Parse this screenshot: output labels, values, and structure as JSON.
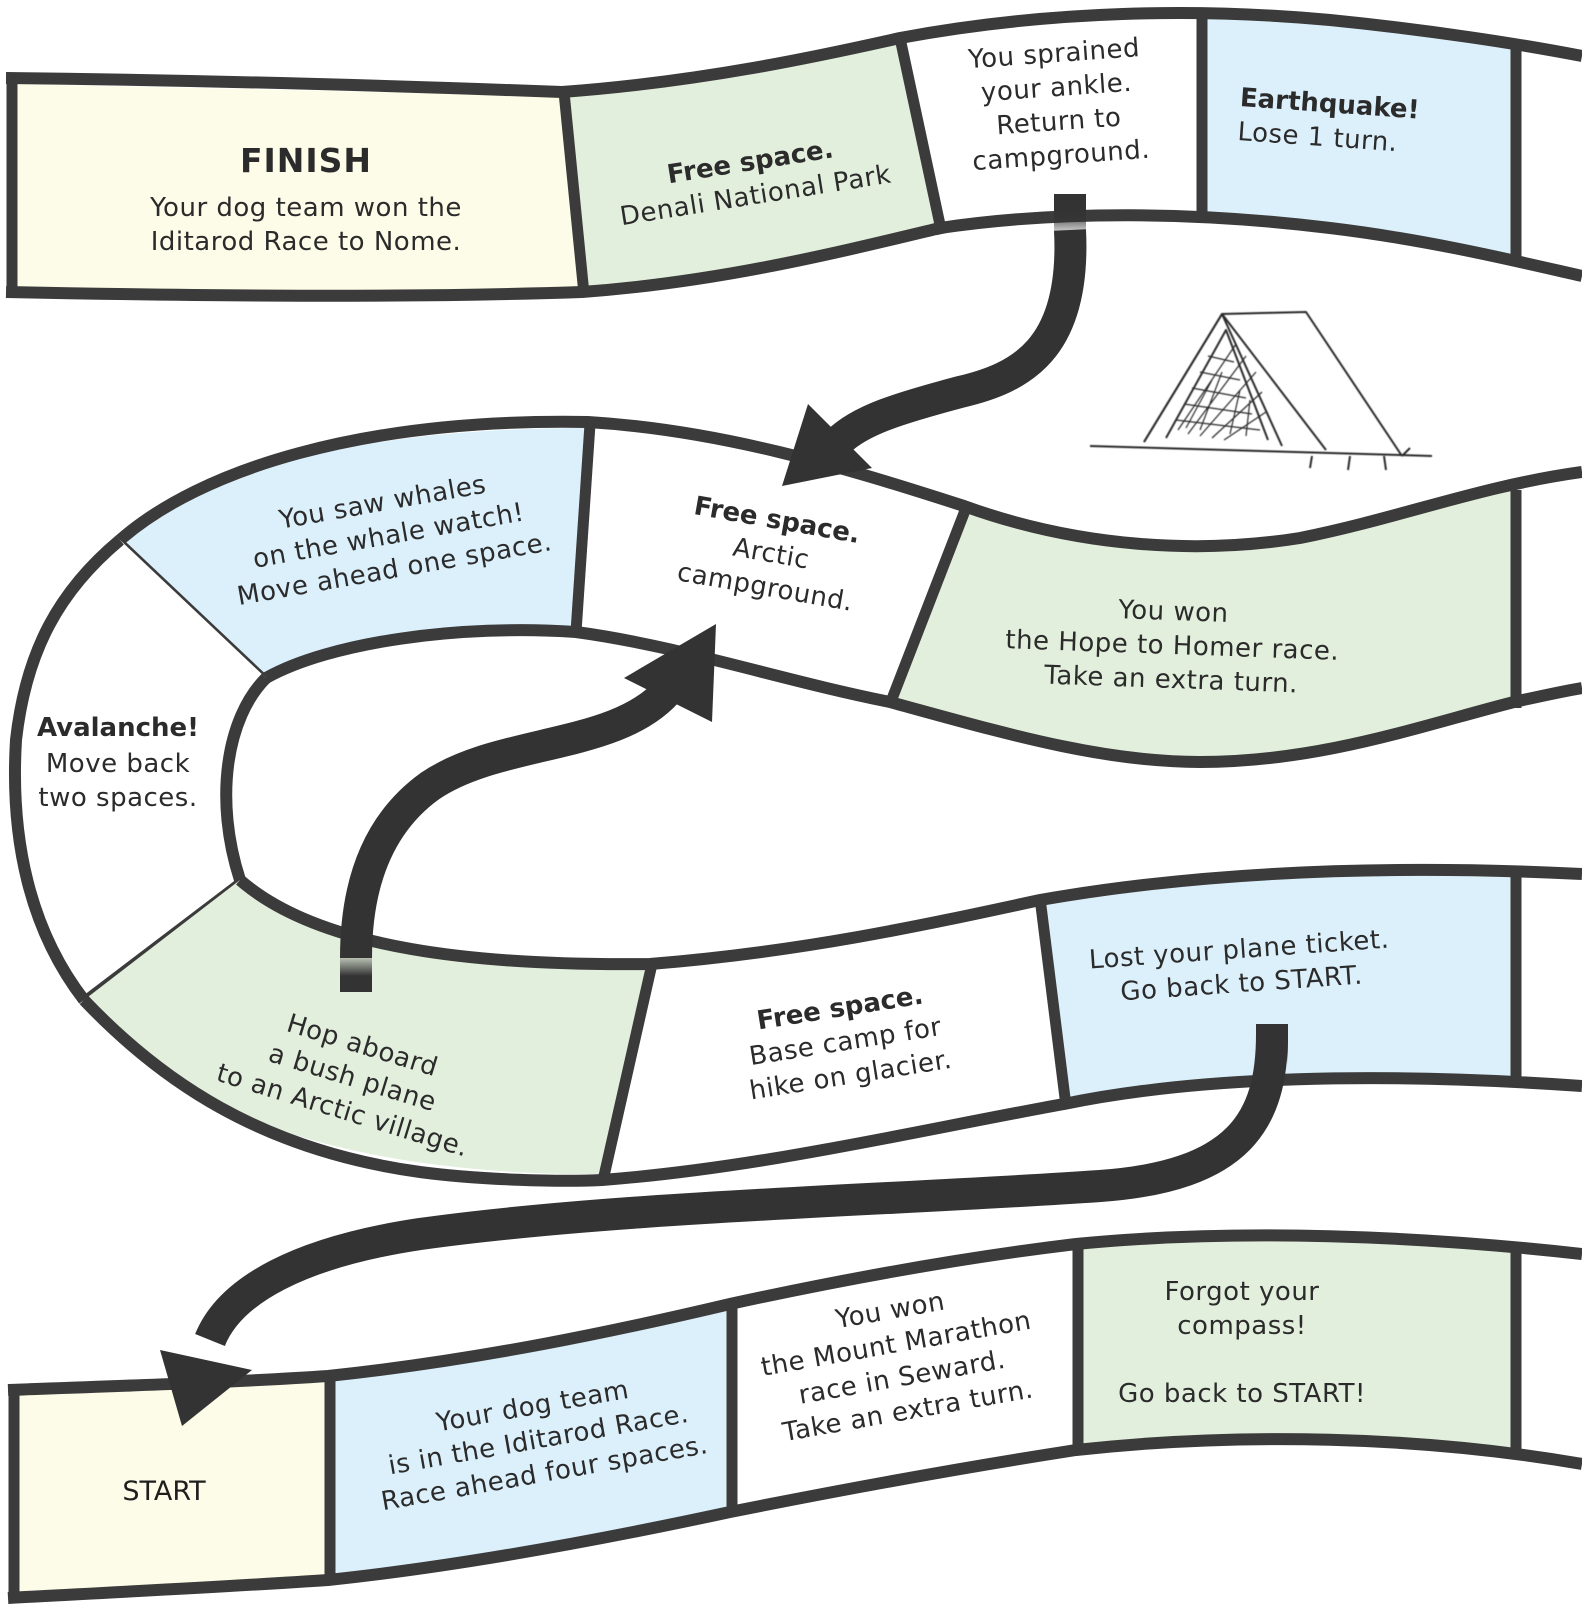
{
  "board": {
    "colors": {
      "yellow": "#fdfce8",
      "green": "#e3efdd",
      "blue": "#dcf0fb",
      "white": "#ffffff",
      "outline": "#3b3b3b",
      "arrow": "#333333"
    },
    "icons": [
      "curved-arrow-icon",
      "tent-icon"
    ],
    "spaces": {
      "finish": {
        "title": "FINISH",
        "line1": "Your dog team won the",
        "line2": "Iditarod Race to Nome."
      },
      "denali": {
        "title": "Free space.",
        "line1": "Denali National Park"
      },
      "ankle": {
        "line1": "You sprained",
        "line2": "your ankle.",
        "line3": "Return to",
        "line4": "campground."
      },
      "earthquake": {
        "title": "Earthquake!",
        "line1": "Lose 1 turn."
      },
      "whales": {
        "line1": "You saw whales",
        "line2": "on the whale watch!",
        "line3": "Move ahead one space."
      },
      "arctic": {
        "title": "Free space.",
        "line1": "Arctic",
        "line2": "campground."
      },
      "homer": {
        "line1": "You won",
        "line2": "the Hope to Homer race.",
        "line3": "Take an extra turn."
      },
      "avalanche": {
        "title": "Avalanche!",
        "line1": "Move back",
        "line2": "two spaces."
      },
      "bushplane": {
        "line1": "Hop aboard",
        "line2": "a bush plane",
        "line3": "to an Arctic village."
      },
      "basecamp": {
        "title": "Free space.",
        "line1": "Base camp for",
        "line2": "hike on glacier."
      },
      "ticket": {
        "line1": "Lost your plane ticket.",
        "line2": "Go back to START."
      },
      "start": {
        "label": "START"
      },
      "iditarod": {
        "line1": "Your dog team",
        "line2": "is in the Iditarod Race.",
        "line3": "Race ahead four spaces."
      },
      "marathon": {
        "line1": "You won",
        "line2": "the Mount Marathon",
        "line3": "race in Seward.",
        "line4": "Take an extra turn."
      },
      "compass": {
        "line1": "Forgot your",
        "line2": "compass!",
        "line3": "Go back to START!"
      }
    }
  }
}
